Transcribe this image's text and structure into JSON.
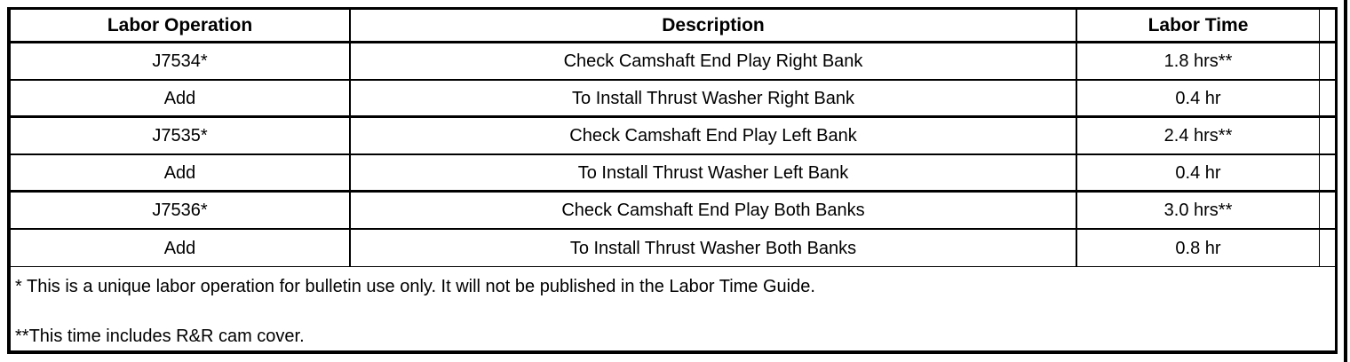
{
  "table": {
    "headers": {
      "labor_operation": "Labor Operation",
      "description": "Description",
      "labor_time": "Labor Time"
    },
    "rows": [
      {
        "op": "J7534*",
        "desc": "Check Camshaft End Play Right Bank",
        "time": "1.8 hrs**"
      },
      {
        "op": "Add",
        "desc": "To Install Thrust Washer Right Bank",
        "time": "0.4 hr"
      },
      {
        "op": "J7535*",
        "desc": "Check Camshaft End Play Left Bank",
        "time": "2.4 hrs**"
      },
      {
        "op": "Add",
        "desc": "To Install Thrust Washer Left Bank",
        "time": "0.4 hr"
      },
      {
        "op": "J7536*",
        "desc": "Check Camshaft End Play Both Banks",
        "time": "3.0 hrs**"
      },
      {
        "op": "Add",
        "desc": "To Install Thrust Washer Both Banks",
        "time": "0.8 hr"
      }
    ],
    "footnotes": [
      "* This is a unique labor operation for bulletin use only. It will not be published in the Labor Time Guide.",
      "**This time includes R&R cam cover."
    ]
  },
  "colors": {
    "border": "#000000",
    "background": "#ffffff",
    "text": "#000000"
  }
}
